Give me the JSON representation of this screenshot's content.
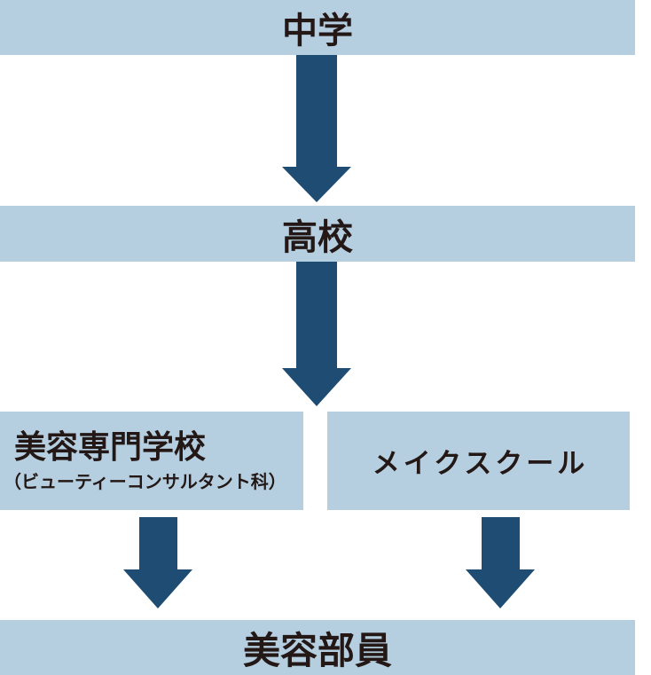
{
  "colors": {
    "node_background": "#b5cee0",
    "arrow": "#1e4c72",
    "text": "#231815",
    "page_background": "#ffffff"
  },
  "flowchart": {
    "description": "career-path-flow-from-junior-high-to-beauty-advisor",
    "nodes": {
      "junior_high": {
        "label": "中学"
      },
      "high_school": {
        "label": "高校"
      },
      "beauty_college": {
        "label": "美容専門学校",
        "sublabel": "（ビューティーコンサルタント科）"
      },
      "makeup_school": {
        "label": "メイクスクール"
      },
      "beauty_advisor": {
        "label": "美容部員"
      }
    },
    "edges": [
      {
        "from": "junior_high",
        "to": "high_school"
      },
      {
        "from": "high_school",
        "to": "beauty_college_and_makeup_school"
      },
      {
        "from": "beauty_college",
        "to": "beauty_advisor"
      },
      {
        "from": "makeup_school",
        "to": "beauty_advisor"
      }
    ]
  }
}
